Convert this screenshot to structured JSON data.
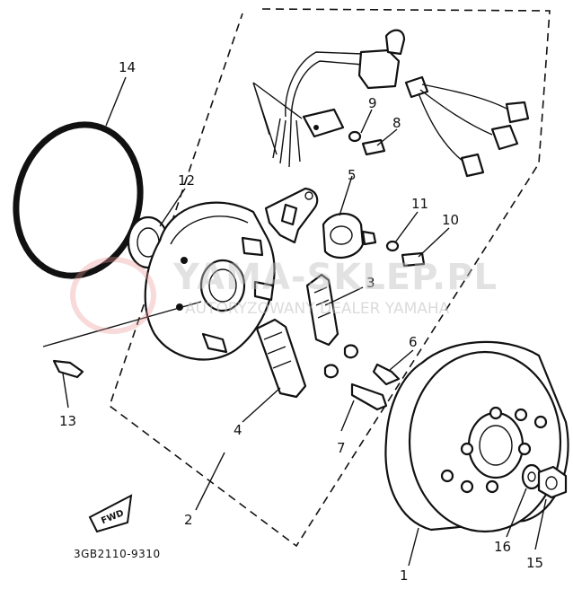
{
  "diagram": {
    "part_numbers": [
      "1",
      "2",
      "3",
      "4",
      "5",
      "6",
      "7",
      "8",
      "9",
      "10",
      "11",
      "12",
      "13",
      "14",
      "15",
      "16"
    ],
    "fwd_label": "FWD",
    "drawing_code": "3GB2110-9310",
    "watermark": {
      "main": "YAMA-SKLEP.PL",
      "sub": "AUTORYZOWANY DEALER YAMAHA"
    }
  }
}
